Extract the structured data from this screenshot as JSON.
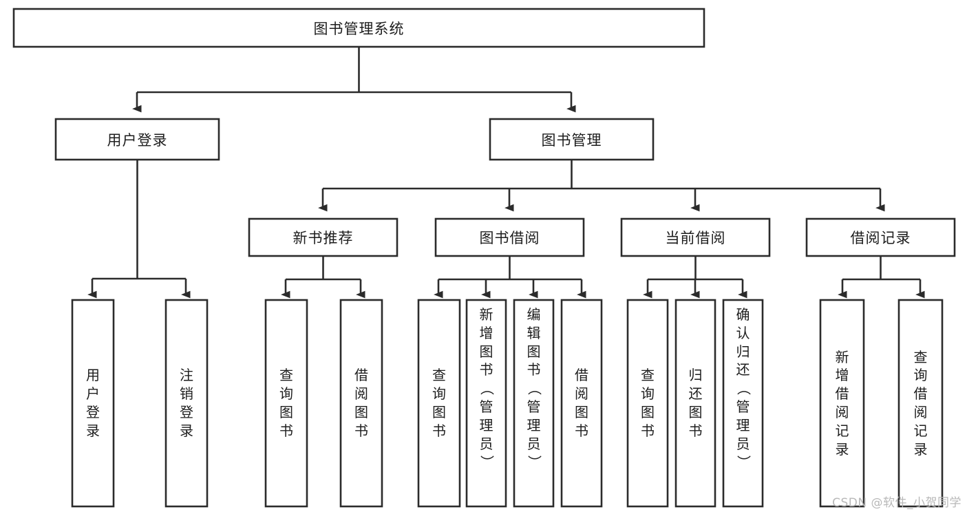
{
  "diagram": {
    "type": "tree-hierarchy",
    "root": {
      "label": "图书管理系统"
    },
    "level2": [
      {
        "label": "用户登录"
      },
      {
        "label": "图书管理"
      }
    ],
    "level3": [
      {
        "label": "新书推荐"
      },
      {
        "label": "图书借阅"
      },
      {
        "label": "当前借阅"
      },
      {
        "label": "借阅记录"
      }
    ],
    "leaves": {
      "user_login": [
        {
          "label": "用户登录",
          "chars": [
            "用",
            "户",
            "登",
            "录"
          ],
          "align": "center"
        },
        {
          "label": "注销登录",
          "chars": [
            "注",
            "销",
            "登",
            "录"
          ],
          "align": "center"
        }
      ],
      "new_book_recommend": [
        {
          "label": "查询图书",
          "chars": [
            "查",
            "询",
            "图",
            "书"
          ],
          "align": "center"
        },
        {
          "label": "借阅图书",
          "chars": [
            "借",
            "阅",
            "图",
            "书"
          ],
          "align": "center"
        }
      ],
      "book_borrow": [
        {
          "label": "查询图书",
          "chars": [
            "查",
            "询",
            "图",
            "书"
          ],
          "align": "center"
        },
        {
          "label": "新增图书（管理员）",
          "chars": [
            "新",
            "增",
            "图",
            "书",
            "（",
            "管",
            "理",
            "员",
            "）"
          ],
          "align": "top"
        },
        {
          "label": "编辑图书（管理员）",
          "chars": [
            "编",
            "辑",
            "图",
            "书",
            "（",
            "管",
            "理",
            "员",
            "）"
          ],
          "align": "top"
        },
        {
          "label": "借阅图书",
          "chars": [
            "借",
            "阅",
            "图",
            "书"
          ],
          "align": "center"
        }
      ],
      "current_borrow": [
        {
          "label": "查询图书",
          "chars": [
            "查",
            "询",
            "图",
            "书"
          ],
          "align": "center"
        },
        {
          "label": "归还图书",
          "chars": [
            "归",
            "还",
            "图",
            "书"
          ],
          "align": "center"
        },
        {
          "label": "确认归还（管理员）",
          "chars": [
            "确",
            "认",
            "归",
            "还",
            "（",
            "管",
            "理",
            "员",
            "）"
          ],
          "align": "top"
        }
      ],
      "borrow_record": [
        {
          "label": "新增借阅记录",
          "chars": [
            "新",
            "增",
            "借",
            "阅",
            "记",
            "录"
          ],
          "align": "center"
        },
        {
          "label": "查询借阅记录",
          "chars": [
            "查",
            "询",
            "借",
            "阅",
            "记",
            "录"
          ],
          "align": "center"
        }
      ]
    },
    "colors": {
      "stroke": "#2b2b2b",
      "fill": "#ffffff",
      "text": "#1d1d1d",
      "watermark": "#b8b8b8"
    }
  },
  "watermark": {
    "text": "CSDN @软件_小贺同学"
  }
}
